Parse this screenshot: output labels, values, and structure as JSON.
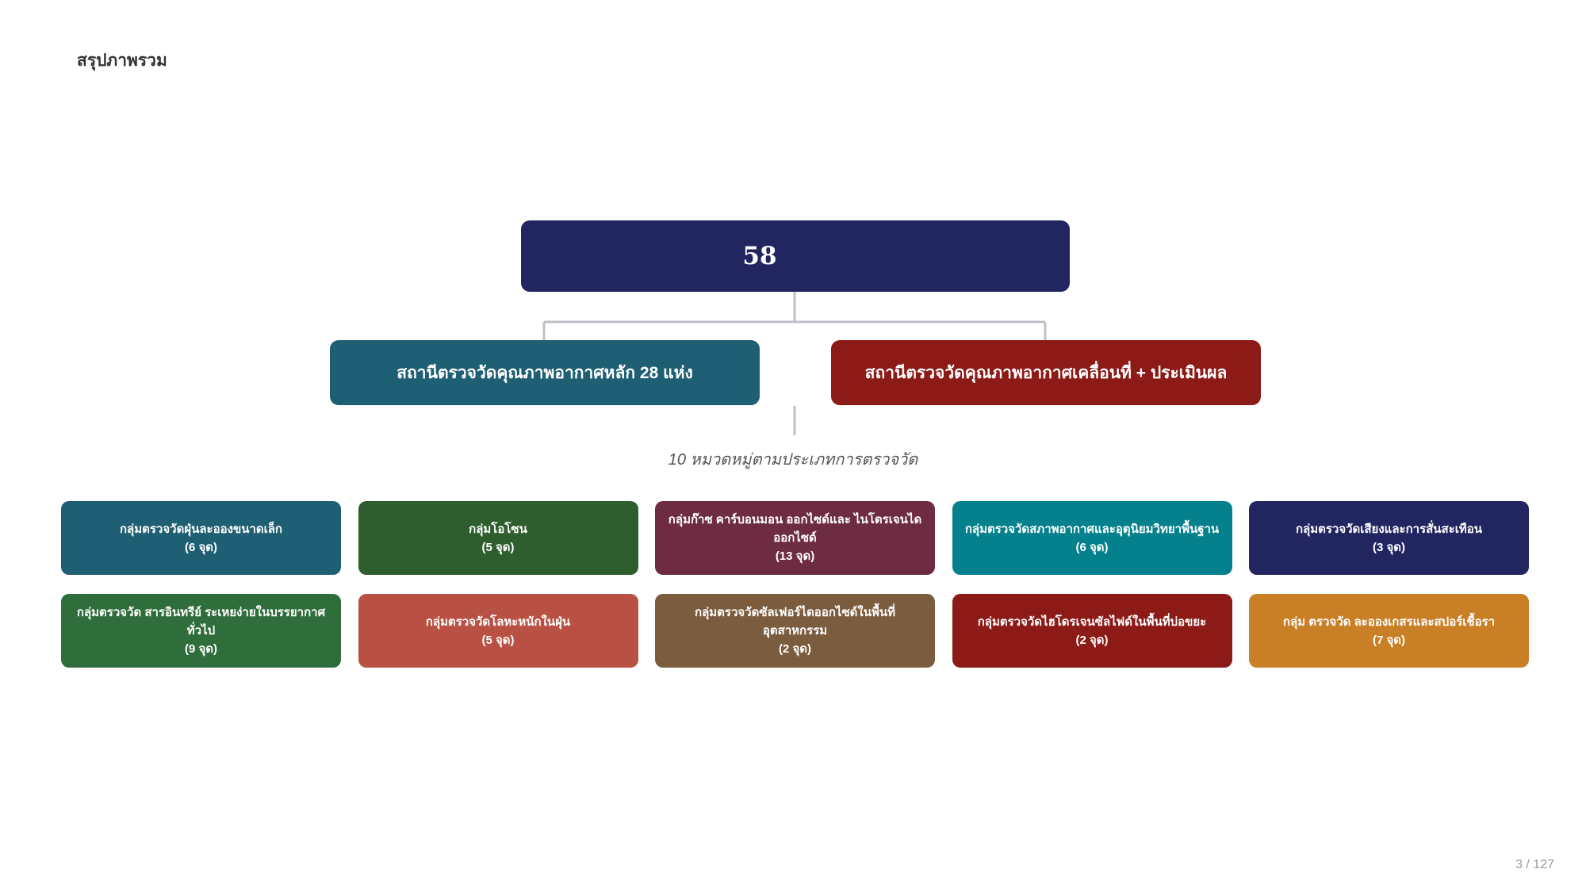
{
  "page": {
    "title": "สรุปภาพรวม",
    "page_number": "3 / 127"
  },
  "root": {
    "label": "58",
    "color": "#212661"
  },
  "branches": [
    {
      "label": "สถานีตรวจวัดคุณภาพอากาศหลัก 28 แห่ง",
      "color": "#1f5f73"
    },
    {
      "label": "สถานีตรวจวัดคุณภาพอากาศเคลื่อนที่ + ประเมินผล",
      "color": "#8c1a17"
    }
  ],
  "caption": "10 หมวดหมู่ตามประเภทการตรวจวัด",
  "categories": [
    {
      "label": "กลุ่มตรวจวัดฝุ่นละอองขนาดเล็ก",
      "count": "(6 จุด)",
      "color": "#1f5f73"
    },
    {
      "label": "กลุ่มโอโซน",
      "count": "(5 จุด)",
      "color": "#2f5e2e"
    },
    {
      "label": "กลุ่มก๊าซ คาร์บอนมอน ออกไซด์และ ไนโตรเจนไดออกไซด์",
      "count": "(13 จุด)",
      "color": "#6e2c43"
    },
    {
      "label": "กลุ่มตรวจวัดสภาพอากาศและอุตุนิยมวิทยาพื้นฐาน",
      "count": "(6 จุด)",
      "color": "#04818c"
    },
    {
      "label": "กลุ่มตรวจวัดเสียงและการสั่นสะเทือน",
      "count": "(3 จุด)",
      "color": "#212661"
    },
    {
      "label": "กลุ่มตรวจวัด สารอินทรีย์ ระเหยง่ายในบรรยากาศทั่วไป",
      "count": "(9 จุด)",
      "color": "#2f6e3b"
    },
    {
      "label": "กลุ่มตรวจวัดโลหะหนักในฝุ่น",
      "count": "(5 จุด)",
      "color": "#b85144"
    },
    {
      "label": "กลุ่มตรวจวัดซัลเฟอร์ไดออกไซด์ในพื้นที่อุตสาหกรรม",
      "count": "(2 จุด)",
      "color": "#7b5c3e"
    },
    {
      "label": "กลุ่มตรวจวัดไฮโดรเจนซัลไฟด์ในพื้นที่บ่อขยะ",
      "count": "(2 จุด)",
      "color": "#8c1a17"
    },
    {
      "label": "กลุ่ม ตรวจวัด ละอองเกสรและสปอร์เชื้อรา",
      "count": "(7 จุด)",
      "color": "#c97f26"
    }
  ]
}
